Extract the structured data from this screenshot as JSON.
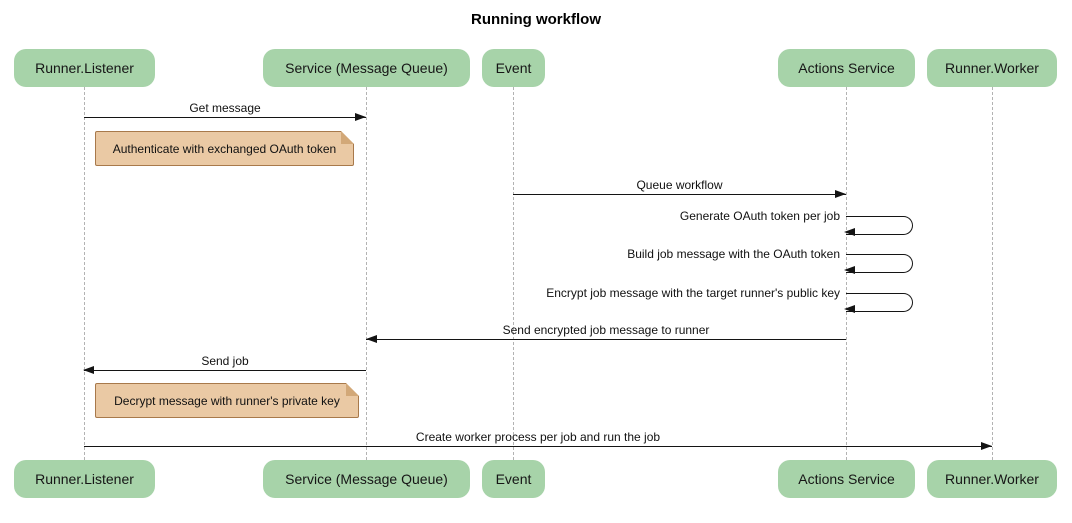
{
  "title": "Running workflow",
  "participants": [
    {
      "id": "runner-listener",
      "label": "Runner.Listener"
    },
    {
      "id": "service-message-queue",
      "label": "Service (Message Queue)"
    },
    {
      "id": "event",
      "label": "Event"
    },
    {
      "id": "actions-service",
      "label": "Actions Service"
    },
    {
      "id": "runner-worker",
      "label": "Runner.Worker"
    }
  ],
  "messages": [
    {
      "label": "Get message",
      "from": "Runner.Listener",
      "to": "Service (Message Queue)",
      "type": "solid-arrow"
    },
    {
      "label": "Queue workflow",
      "from": "Event",
      "to": "Actions Service",
      "type": "solid-arrow"
    },
    {
      "label": "Generate OAuth token per job",
      "from": "Actions Service",
      "to": "Actions Service",
      "type": "self-arrow"
    },
    {
      "label": "Build job message with the OAuth token",
      "from": "Actions Service",
      "to": "Actions Service",
      "type": "self-arrow"
    },
    {
      "label": "Encrypt job message with the target runner's public key",
      "from": "Actions Service",
      "to": "Actions Service",
      "type": "self-arrow"
    },
    {
      "label": "Send encrypted job message to runner",
      "from": "Actions Service",
      "to": "Service (Message Queue)",
      "type": "solid-arrow"
    },
    {
      "label": "Send job",
      "from": "Service (Message Queue)",
      "to": "Runner.Listener",
      "type": "solid-arrow"
    },
    {
      "label": "Create worker process per job and run the job",
      "from": "Runner.Listener",
      "to": "Runner.Worker",
      "type": "solid-arrow"
    }
  ],
  "notes": [
    {
      "label": "Authenticate with exchanged OAuth token",
      "anchor": "right of Runner.Listener"
    },
    {
      "label": "Decrypt message with runner's private key",
      "anchor": "right of Runner.Listener"
    }
  ],
  "colors": {
    "background": "#ffffff",
    "participant_fill": "#a7d3a9",
    "note_fill": "#eac9a4",
    "note_border": "#a8794b",
    "note_fold": "#d2a878",
    "line": "#141414",
    "lifeline": "#b3b3b3"
  }
}
